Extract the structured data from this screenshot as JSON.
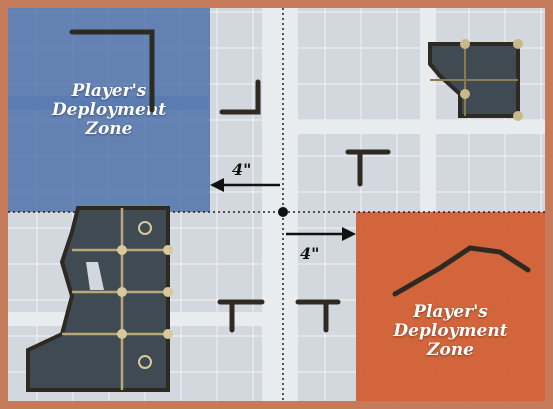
{
  "zones": {
    "blue": {
      "line1": "Player's",
      "line2": "Deployment",
      "line3": "Zone",
      "color": "#4a6faa"
    },
    "orange": {
      "line1": "Player's",
      "line2": "Deployment",
      "line3": "Zone",
      "color": "#d25426"
    }
  },
  "measures": {
    "left": "4\"",
    "right": "4\""
  },
  "icons": [
    "ruin-wall-icon",
    "ruin-floor-icon",
    "center-point-icon",
    "arrow-left-icon",
    "arrow-right-icon"
  ]
}
